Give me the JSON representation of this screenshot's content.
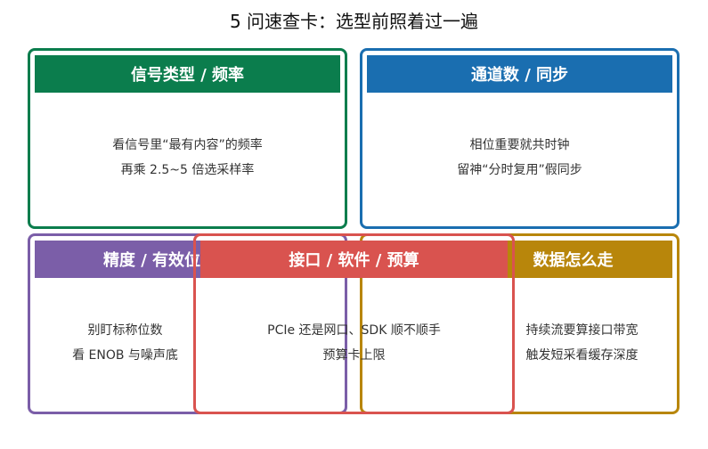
{
  "title": "5 问速查卡：选型前照着过一遍",
  "colors": {
    "green": "#0b7d4d",
    "blue": "#1a6eb0",
    "purple": "#7b5ea8",
    "gold": "#b8860b",
    "red": "#d9534f"
  },
  "cards": [
    {
      "heading": "信号类型 / 频率",
      "lines": [
        "看信号里“最有内容”的频率",
        "再乘 2.5~5 倍选采样率"
      ]
    },
    {
      "heading": "通道数 / 同步",
      "lines": [
        "相位重要就共时钟",
        "留神“分时复用”假同步"
      ]
    },
    {
      "heading": "精度 / 有效位",
      "lines": [
        "别盯标称位数",
        "看 ENOB 与噪声底"
      ]
    },
    {
      "heading": "数据怎么走",
      "lines": [
        "持续流要算接口带宽",
        "触发短采看缓存深度"
      ]
    },
    {
      "heading": "接口 / 软件 / 预算",
      "lines": [
        "PCIe 还是网口、SDK 顺不顺手",
        "预算卡上限"
      ]
    }
  ]
}
